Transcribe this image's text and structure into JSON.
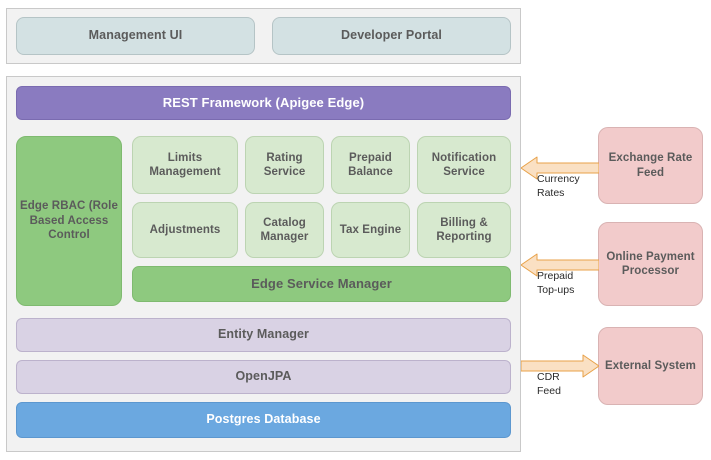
{
  "diagram": {
    "clients": [
      {
        "label": "Management UI"
      },
      {
        "label": "Developer Portal"
      }
    ],
    "platform": {
      "rest_framework": "REST Framework (Apigee Edge)",
      "rbac": "Edge RBAC (Role Based Access Control",
      "services_row1": [
        {
          "label": "Limits Management"
        },
        {
          "label": "Rating Service"
        },
        {
          "label": "Prepaid Balance"
        },
        {
          "label": "Notification Service"
        }
      ],
      "services_row2": [
        {
          "label": "Adjustments"
        },
        {
          "label": "Catalog Manager"
        },
        {
          "label": "Tax Engine"
        },
        {
          "label": "Billing & Reporting"
        }
      ],
      "service_manager": "Edge Service Manager",
      "persistence": [
        {
          "label": "Entity Manager"
        },
        {
          "label": "OpenJPA"
        }
      ],
      "database": "Postgres Database"
    },
    "external_systems": [
      {
        "label": "Exchange Rate Feed"
      },
      {
        "label": "Online Payment Processor"
      },
      {
        "label": "External System"
      }
    ],
    "flows": [
      {
        "label": "Currency\nRates",
        "direction": "left"
      },
      {
        "label": "Prepaid\nTop-ups",
        "direction": "left"
      },
      {
        "label": "CDR\nFeed",
        "direction": "right"
      }
    ],
    "colors": {
      "rest_framework": "#8a7bc0",
      "rbac_green": "#8ec97f",
      "service_green": "#d7e9cf",
      "client_blue_grey": "#d3e1e3",
      "lavender": "#d9d2e4",
      "postgres_blue": "#6ba8e0",
      "external_pink": "#f2cbcb",
      "arrow_orange": "#fae0c3",
      "arrow_orange_border": "#e8a24a",
      "panel_bg": "#f2f2f2"
    }
  }
}
